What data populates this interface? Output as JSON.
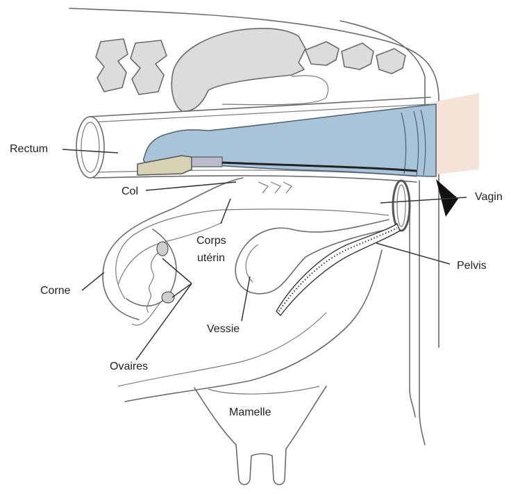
{
  "colors": {
    "glove": "#a9c3d8",
    "bone": "#dcdcdc",
    "skin": "#f6e3d8",
    "probe": "#d8d2b4",
    "outline": "#6a6a6a",
    "label": "#222222"
  },
  "labels": {
    "rectum": "Rectum",
    "col": "Col",
    "vagin": "Vagin",
    "corps_uterin_line1": "Corps",
    "corps_uterin_line2": "utérin",
    "pelvis": "Pelvis",
    "corne": "Corne",
    "vessie": "Vessie",
    "ovaires": "Ovaires",
    "mamelle": "Mamelle"
  }
}
